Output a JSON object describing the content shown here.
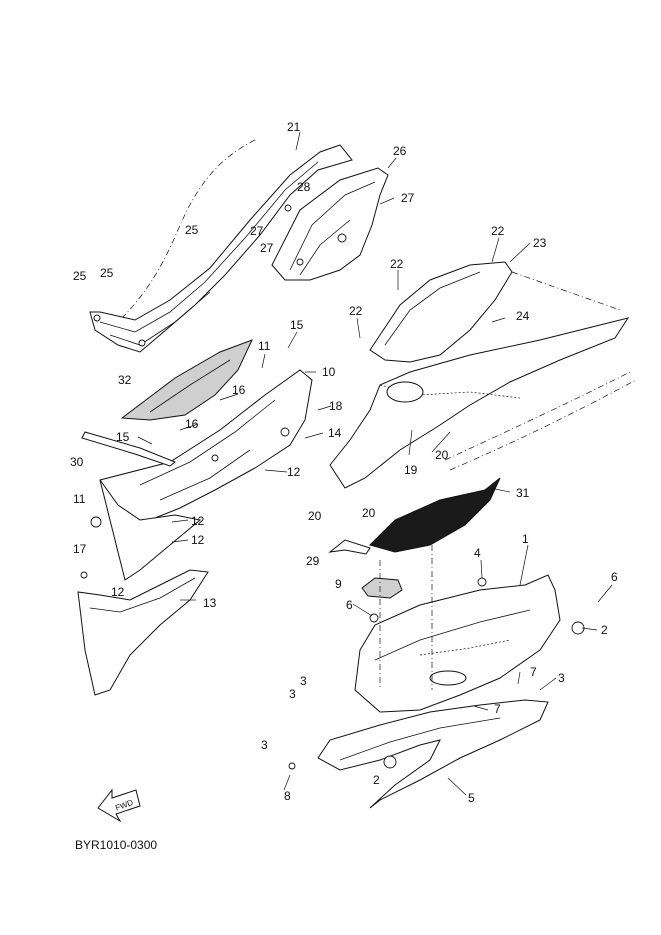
{
  "diagram": {
    "labels": [
      {
        "id": "1",
        "text": "1"
      },
      {
        "id": "2a",
        "text": "2"
      },
      {
        "id": "2b",
        "text": "2"
      },
      {
        "id": "3a",
        "text": "3"
      },
      {
        "id": "3b",
        "text": "3"
      },
      {
        "id": "3c",
        "text": "3"
      },
      {
        "id": "3d",
        "text": "3"
      },
      {
        "id": "4",
        "text": "4"
      },
      {
        "id": "5",
        "text": "5"
      },
      {
        "id": "6a",
        "text": "6"
      },
      {
        "id": "6b",
        "text": "6"
      },
      {
        "id": "7a",
        "text": "7"
      },
      {
        "id": "7b",
        "text": "7"
      },
      {
        "id": "8",
        "text": "8"
      },
      {
        "id": "9",
        "text": "9"
      },
      {
        "id": "10",
        "text": "10"
      },
      {
        "id": "11a",
        "text": "11"
      },
      {
        "id": "11b",
        "text": "11"
      },
      {
        "id": "12a",
        "text": "12"
      },
      {
        "id": "12b",
        "text": "12"
      },
      {
        "id": "12c",
        "text": "12"
      },
      {
        "id": "12d",
        "text": "12"
      },
      {
        "id": "13",
        "text": "13"
      },
      {
        "id": "14",
        "text": "14"
      },
      {
        "id": "15a",
        "text": "15"
      },
      {
        "id": "15b",
        "text": "15"
      },
      {
        "id": "16a",
        "text": "16"
      },
      {
        "id": "16b",
        "text": "16"
      },
      {
        "id": "17",
        "text": "17"
      },
      {
        "id": "18",
        "text": "18"
      },
      {
        "id": "19",
        "text": "19"
      },
      {
        "id": "20a",
        "text": "20"
      },
      {
        "id": "20b",
        "text": "20"
      },
      {
        "id": "20c",
        "text": "20"
      },
      {
        "id": "21",
        "text": "21"
      },
      {
        "id": "22a",
        "text": "22"
      },
      {
        "id": "22b",
        "text": "22"
      },
      {
        "id": "22c",
        "text": "22"
      },
      {
        "id": "23",
        "text": "23"
      },
      {
        "id": "24",
        "text": "24"
      },
      {
        "id": "25a",
        "text": "25"
      },
      {
        "id": "25b",
        "text": "25"
      },
      {
        "id": "25c",
        "text": "25"
      },
      {
        "id": "26",
        "text": "26"
      },
      {
        "id": "27a",
        "text": "27"
      },
      {
        "id": "27b",
        "text": "27"
      },
      {
        "id": "27c",
        "text": "27"
      },
      {
        "id": "28",
        "text": "28"
      },
      {
        "id": "29",
        "text": "29"
      },
      {
        "id": "30",
        "text": "30"
      },
      {
        "id": "31",
        "text": "31"
      },
      {
        "id": "32",
        "text": "32"
      }
    ],
    "fwd_label": "FWD",
    "diagram_code": "BYR1010-0300"
  },
  "icons": {
    "fwd_arrow": "forward-arrow-icon"
  }
}
